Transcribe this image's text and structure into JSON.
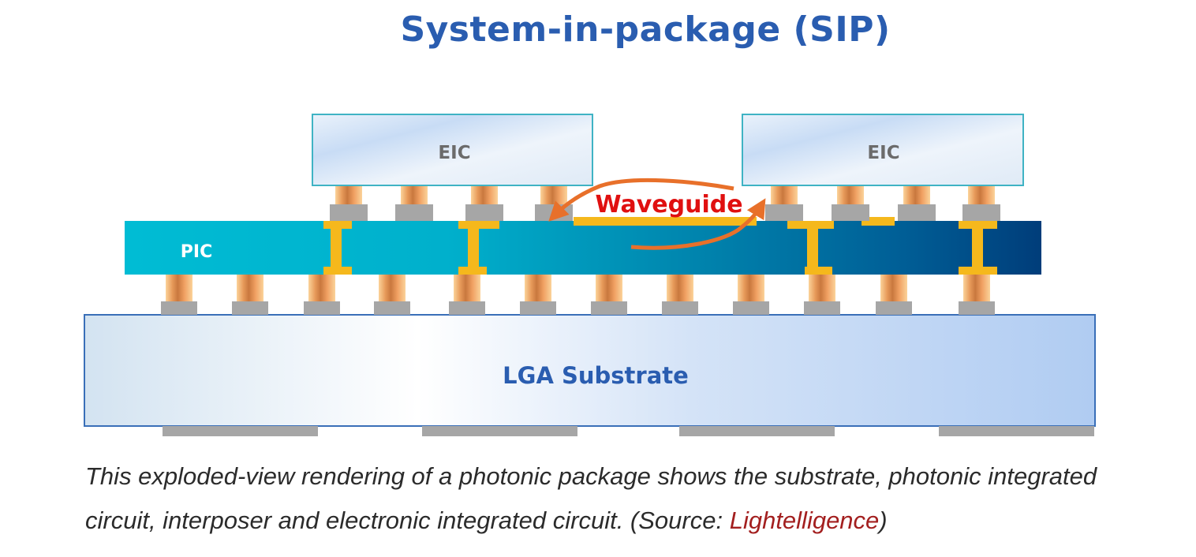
{
  "title": "System-in-package (SIP)",
  "labels": {
    "eic_left": "EIC",
    "eic_right": "EIC",
    "pic": "PIC",
    "waveguide": "Waveguide",
    "substrate": "LGA Substrate"
  },
  "caption": {
    "text": "This exploded-view rendering of a photonic package shows the substrate, photonic integrated circuit, interposer and electronic integrated circuit. (Source: ",
    "source_link": "Lightelligence",
    "closing": ")"
  },
  "colors": {
    "title": "#2a5db0",
    "substrate_text": "#2a5db0",
    "eic_text": "#6b6b6b",
    "waveguide_text": "#e01010",
    "arrow": "#e8702a",
    "via": "#f5b81c",
    "pad": "#a6a6a6",
    "link": "#a31f1f"
  }
}
